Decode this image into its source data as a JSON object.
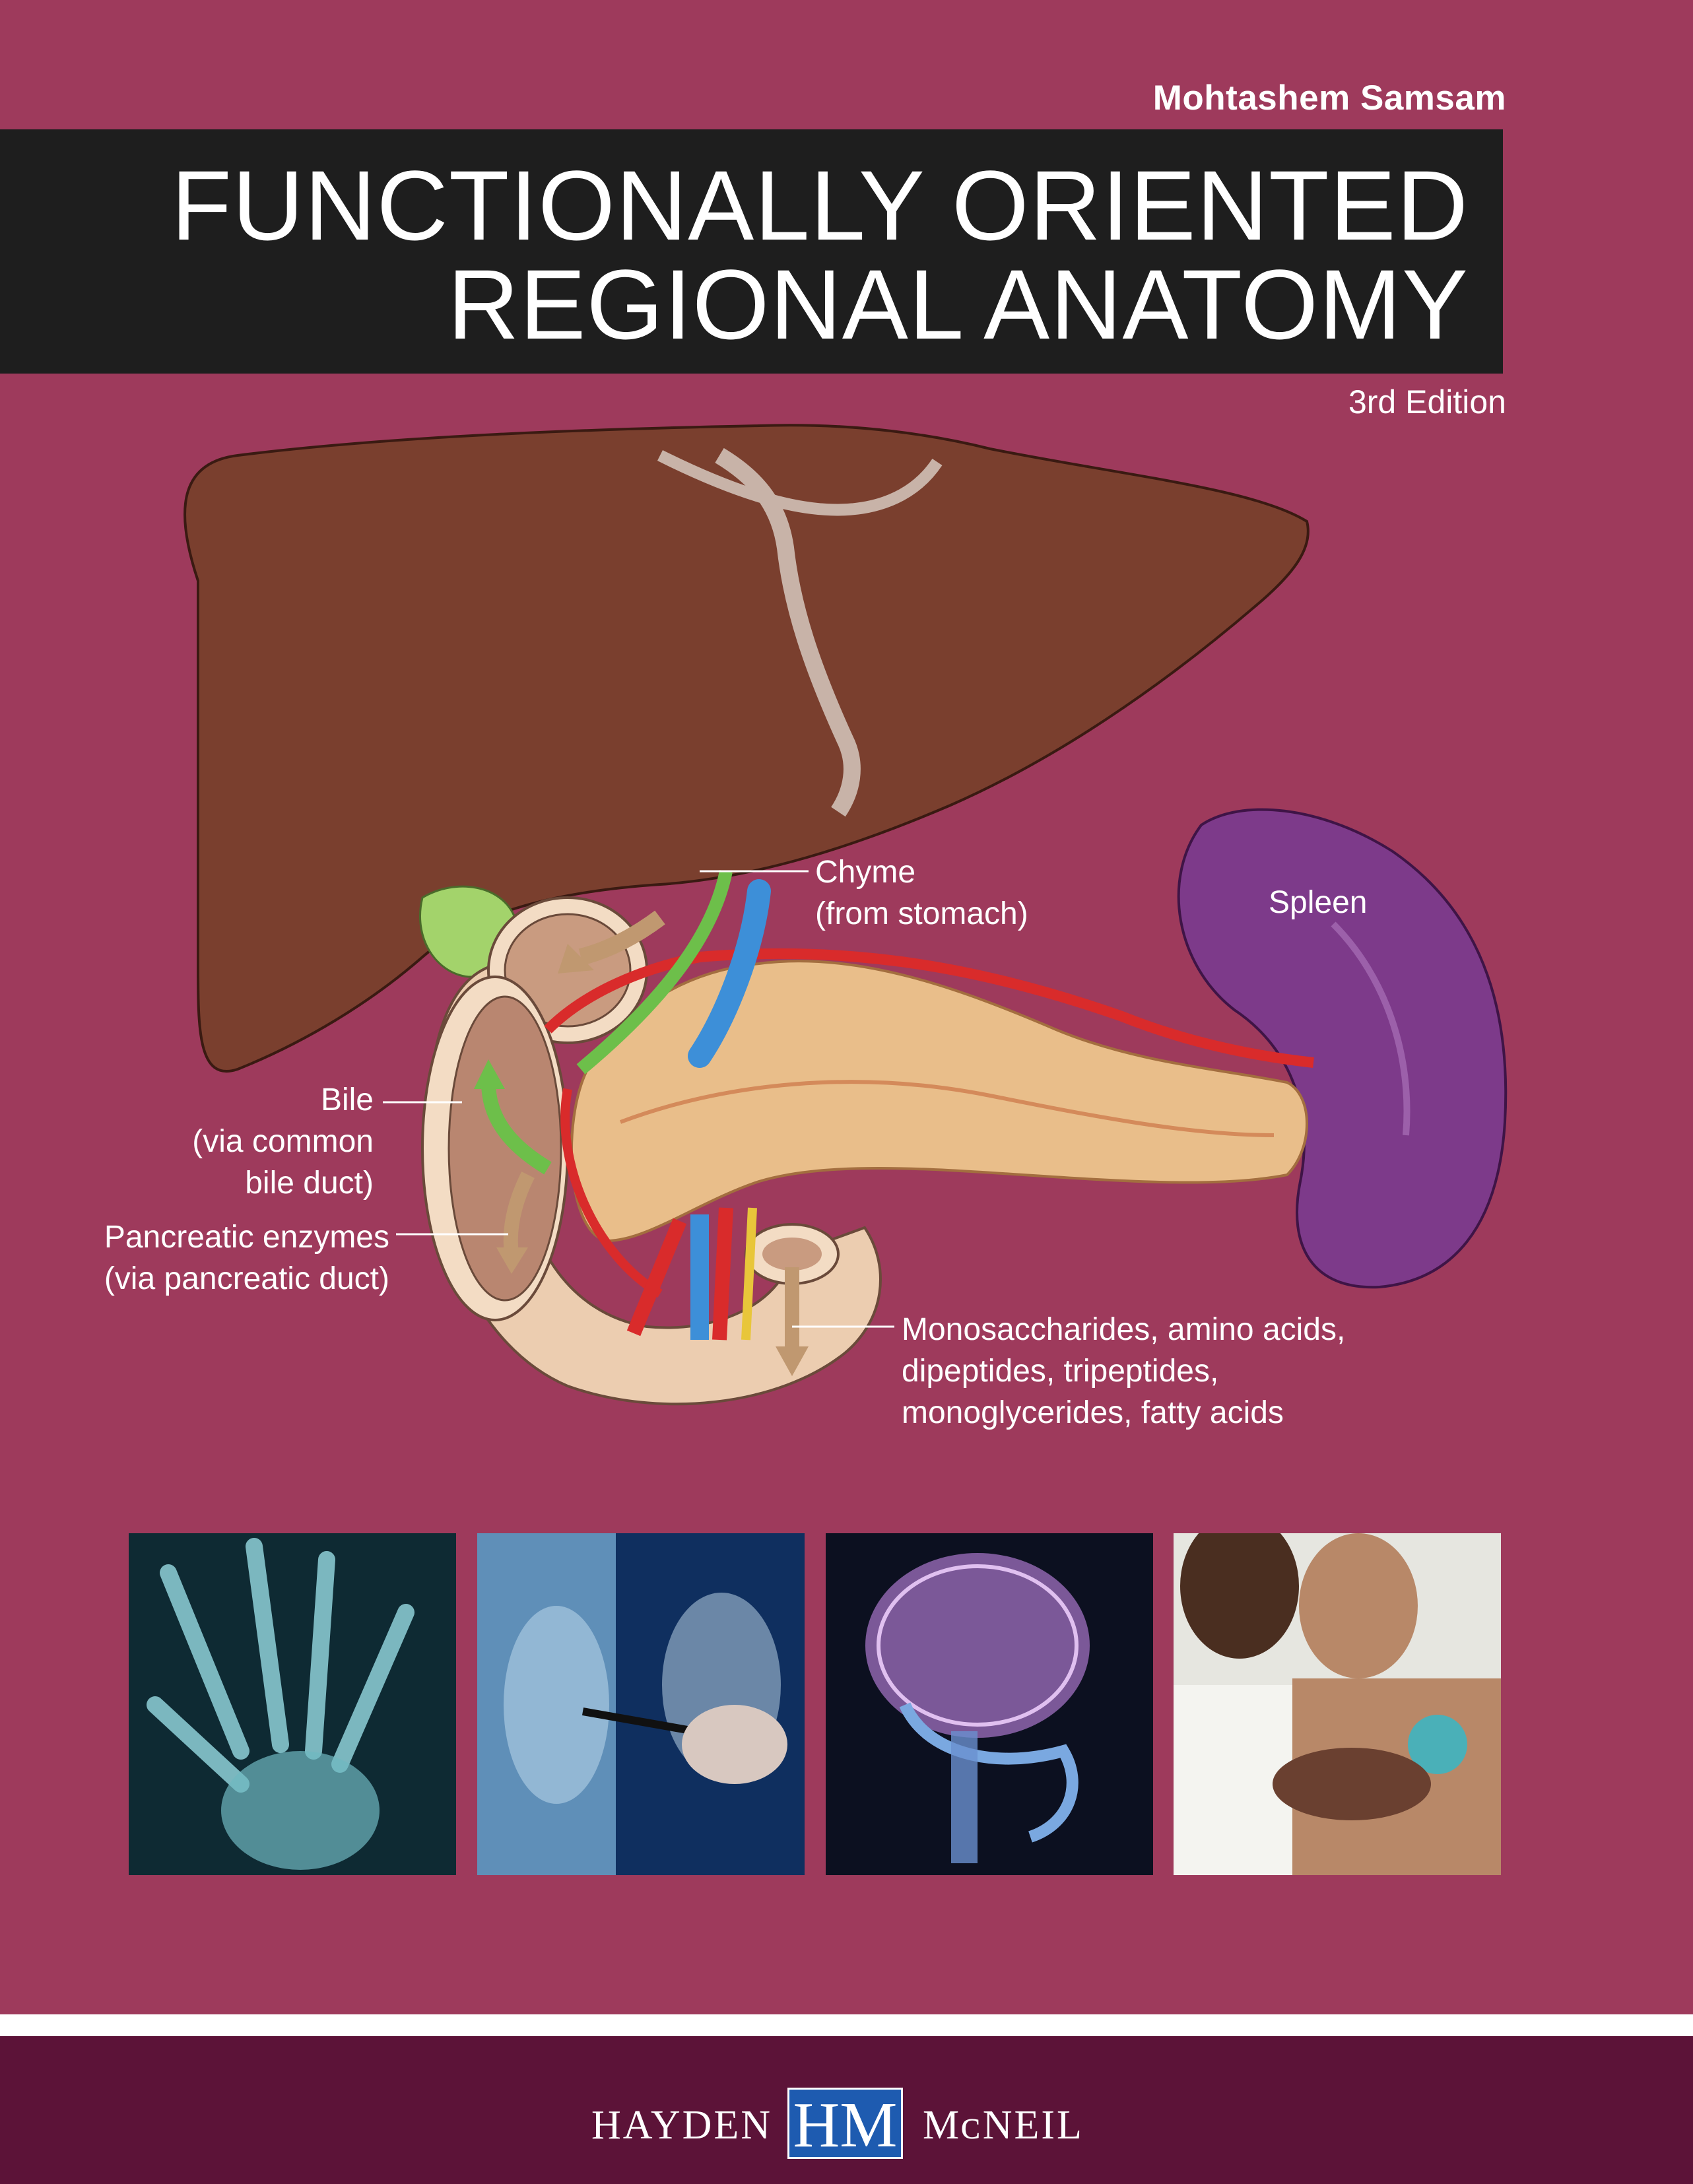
{
  "cover": {
    "author": "Mohtashem Samsam",
    "title_line1": "FUNCTIONALLY ORIENTED",
    "title_line2": "REGIONAL ANATOMY",
    "edition": "3rd Edition",
    "background_color": "#9e3a5c",
    "title_band_color": "#1e1e1e"
  },
  "illustration": {
    "labels": {
      "chyme_line1": "Chyme",
      "chyme_line2": "(from stomach)",
      "spleen": "Spleen",
      "bile_line1": "Bile",
      "bile_line2": "(via common",
      "bile_line3": "bile duct)",
      "pancreatic_line1": "Pancreatic enzymes",
      "pancreatic_line2": "(via pancreatic duct)",
      "products_line1": "Monosaccharides, amino acids,",
      "products_line2": "dipeptides, tripeptides,",
      "products_line3": "monoglycerides, fatty acids"
    },
    "colors": {
      "liver": "#7a3f2e",
      "pancreas": "#e9be8a",
      "spleen": "#7d3a8a",
      "gallbladder": "#a3d36b",
      "artery": "#d92b2b",
      "vein": "#3d8fd8",
      "bile_duct": "#6dbf4a"
    }
  },
  "photos": [
    {
      "name": "hand-xray-photo",
      "color": "#0e2a33"
    },
    {
      "name": "brain-scan-review-photo",
      "color": "#2f5f8f"
    },
    {
      "name": "skull-brain-xray-photo",
      "color": "#0c1020"
    },
    {
      "name": "physical-exam-photo",
      "color": "#7a5a45"
    }
  ],
  "footer": {
    "publisher_left": "HAYDEN",
    "logo": "HM",
    "publisher_right": "MᴄNEIL",
    "color": "#5c1338"
  }
}
